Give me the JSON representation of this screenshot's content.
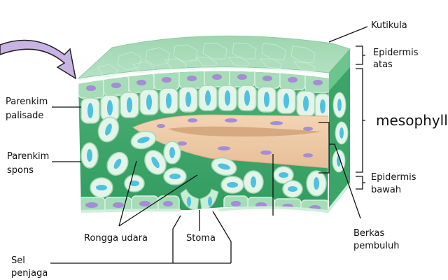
{
  "diagram": {
    "title": "",
    "colors": {
      "cuticle_top": "#a9d9b9",
      "epidermis": "#9fd8b2",
      "mesophyll_bg": "#3fa86a",
      "cell_fill": "#e3f4e8",
      "cell_stroke": "#9fd2ae",
      "chloroplast_nucleus_blue": "#4fc1e0",
      "nucleus_purple": "#a58cd6",
      "vascular_bundle": "#efc9a4",
      "arrow": "#c9b3e3"
    },
    "labels": {
      "kutikula": "Kutikula",
      "epidermis_atas_1": "Epidermis",
      "epidermis_atas_2": "atas",
      "mesophyll": "mesophyll",
      "epidermis_bawah_1": "Epidermis",
      "epidermis_bawah_2": "bawah",
      "parenkim_palisade_1": "Parenkim",
      "parenkim_palisade_2": "palisade",
      "parenkim_spons_1": "Parenkim",
      "parenkim_spons_2": "spons",
      "rongga_udara": "Rongga udara",
      "stoma": "Stoma",
      "berkas_pembuluh_1": "Berkas",
      "berkas_pembuluh_2": "pembuluh",
      "sel_penjaga_1": "Sel",
      "sel_penjaga_2": "penjaga"
    }
  }
}
